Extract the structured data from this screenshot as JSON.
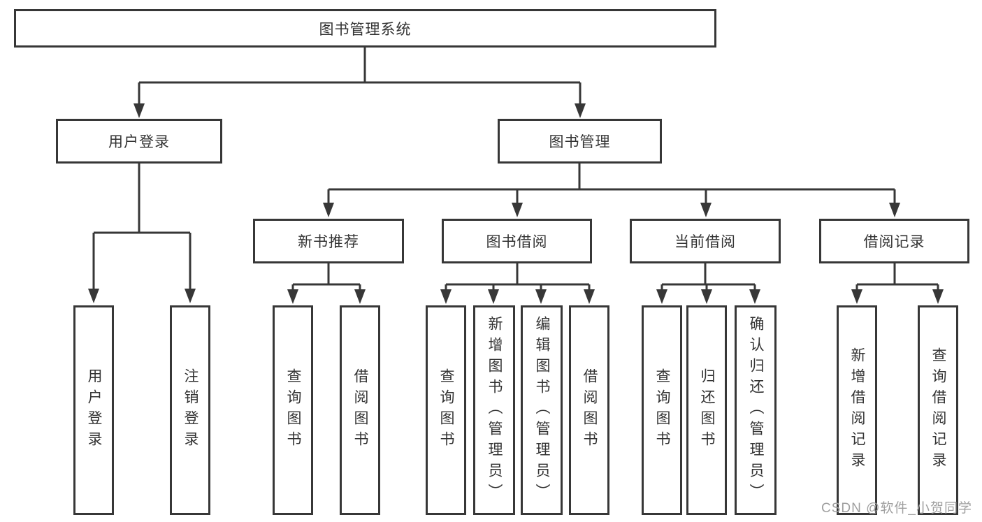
{
  "tree": {
    "root": "图书管理系统",
    "branches": [
      {
        "label": "用户登录",
        "leaves": [
          "用户登录",
          "注销登录"
        ]
      },
      {
        "label": "图书管理",
        "groups": [
          {
            "label": "新书推荐",
            "leaves": [
              "查询图书",
              "借阅图书"
            ]
          },
          {
            "label": "图书借阅",
            "leaves": [
              "查询图书",
              "新增图书（管理员）",
              "编辑图书（管理员）",
              "借阅图书"
            ]
          },
          {
            "label": "当前借阅",
            "leaves": [
              "查询图书",
              "归还图书",
              "确认归还（管理员）"
            ]
          },
          {
            "label": "借阅记录",
            "leaves": [
              "新增借阅记录",
              "查询借阅记录"
            ]
          }
        ]
      }
    ]
  },
  "watermark": "CSDN @软件_小贺同学",
  "colors": {
    "line": "#373737",
    "text": "#333333",
    "watermark": "#9f9f9f",
    "background": "#ffffff"
  }
}
